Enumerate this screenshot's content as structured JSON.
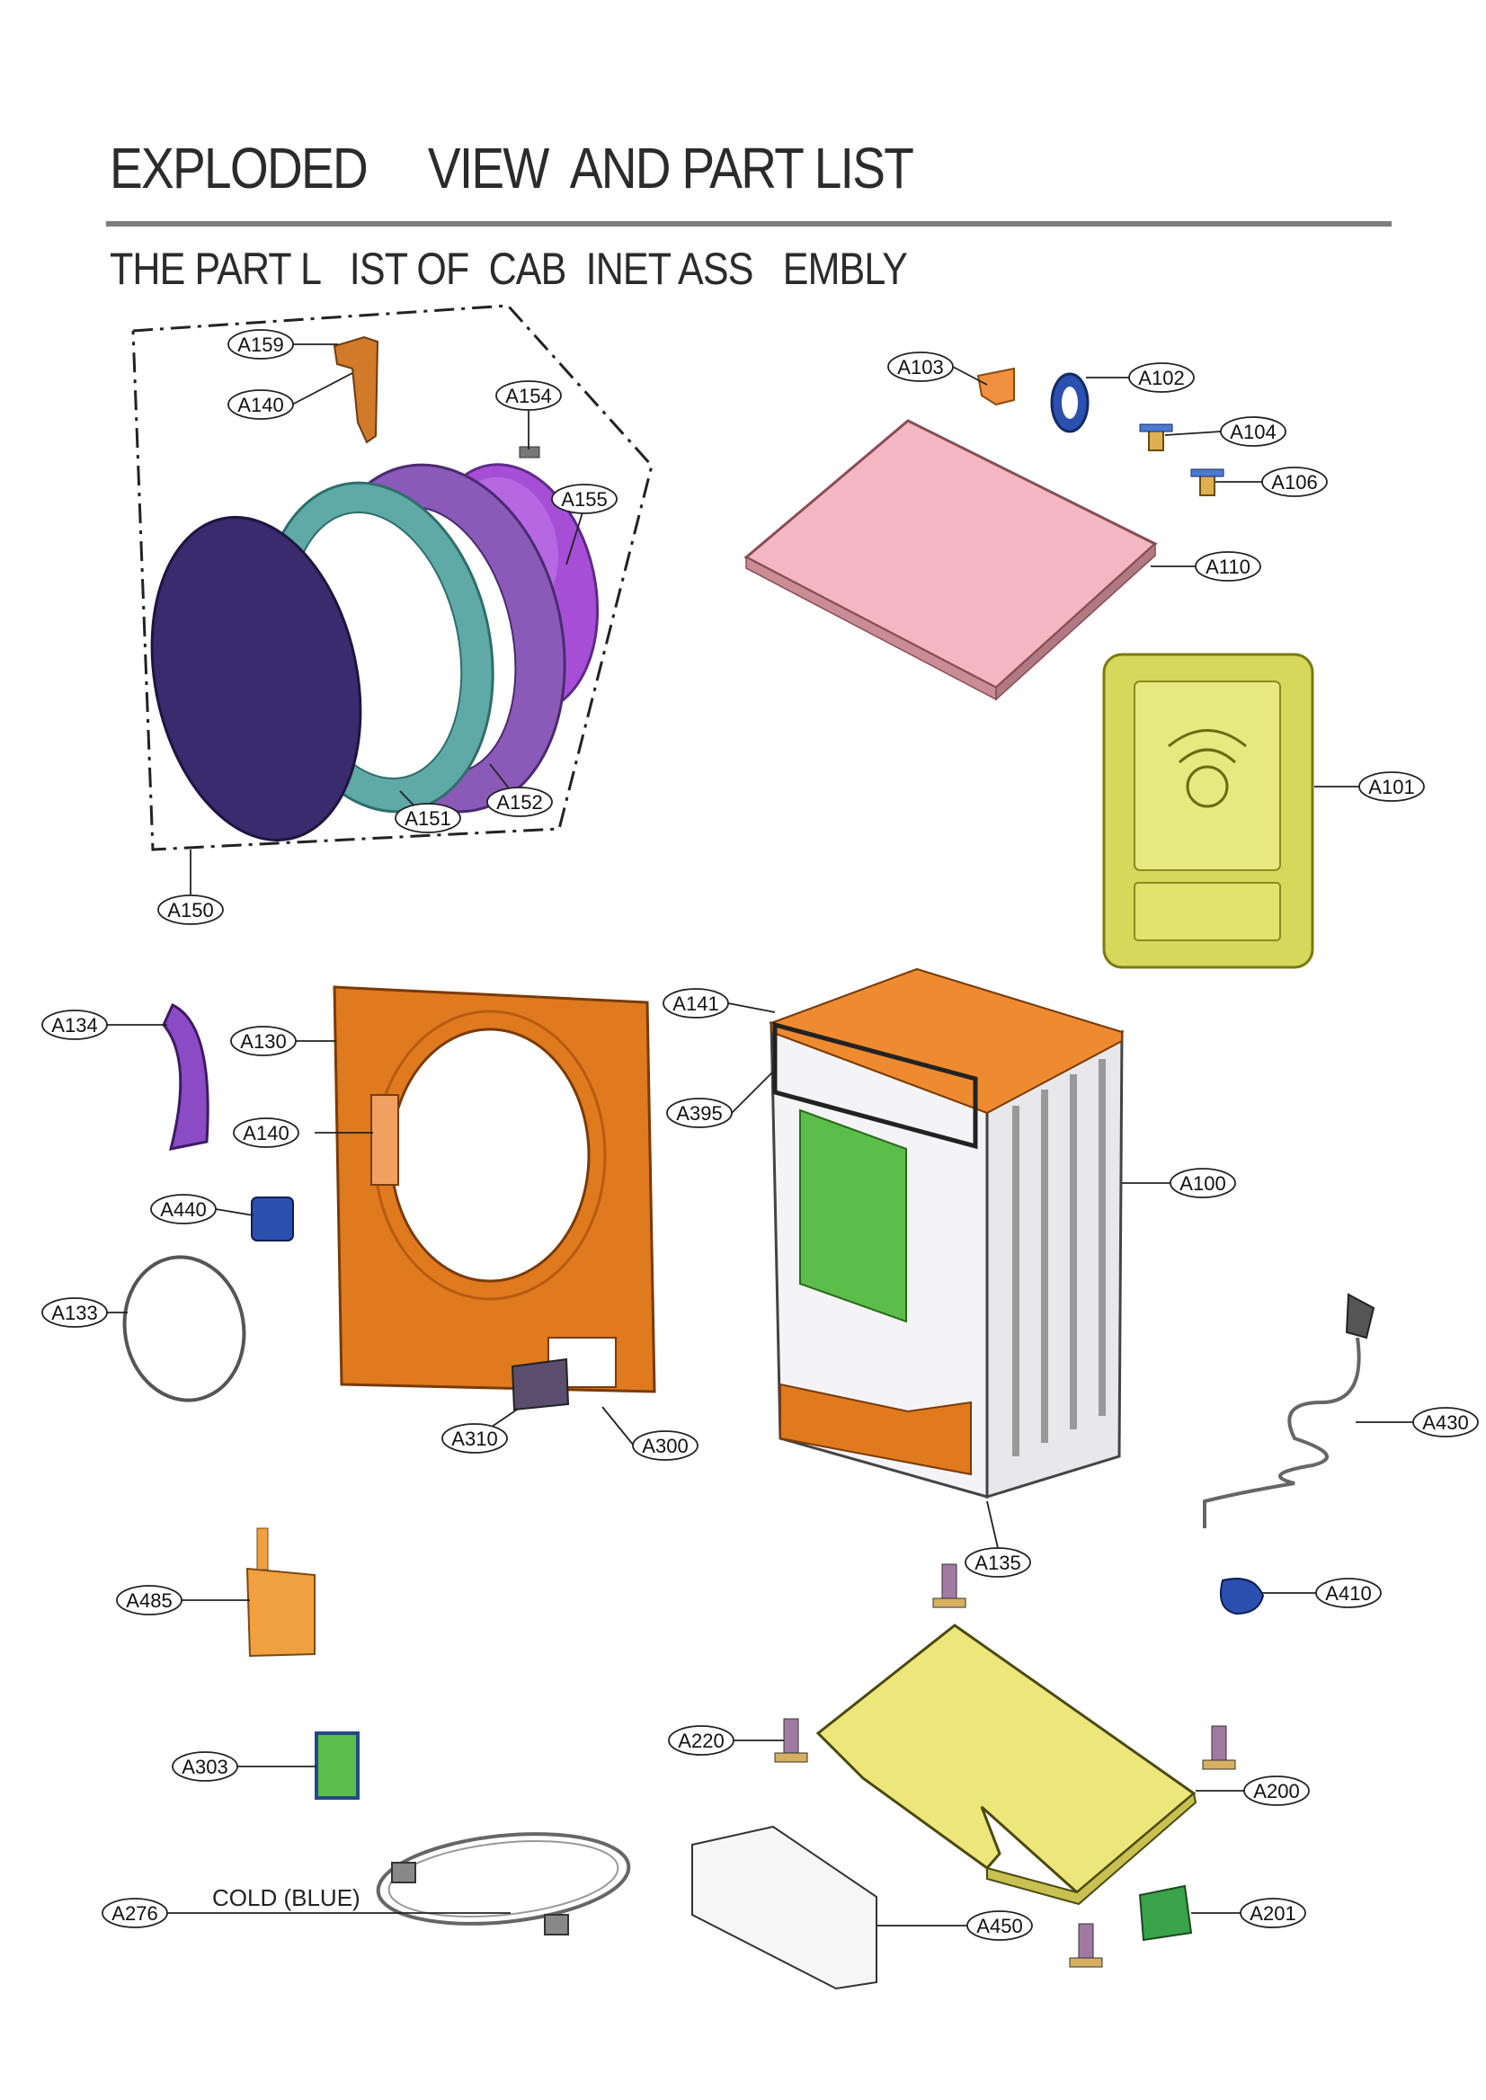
{
  "page": {
    "title": "EXPLODED     VIEW  AND PART LIST",
    "subtitle": "THE PART L   IST OF  CAB  INET ASS   EMBLY"
  },
  "callouts": {
    "a159": "A159",
    "a140_top": "A140",
    "a154": "A154",
    "a155": "A155",
    "a151": "A151",
    "a152": "A152",
    "a150": "A150",
    "a103": "A103",
    "a102": "A102",
    "a104": "A104",
    "a106": "A106",
    "a110": "A110",
    "a101": "A101",
    "a134": "A134",
    "a130": "A130",
    "a140_mid": "A140",
    "a440": "A440",
    "a133": "A133",
    "a310": "A310",
    "a300": "A300",
    "a141": "A141",
    "a395": "A395",
    "a100": "A100",
    "a135": "A135",
    "a430": "A430",
    "a410": "A410",
    "a485": "A485",
    "a303": "A303",
    "a276": "A276",
    "a220": "A220",
    "a200": "A200",
    "a201": "A201",
    "a450": "A450"
  },
  "hose_caption": "COLD (BLUE)",
  "colors": {
    "door_glass": "#3a2a6e",
    "door_ring": "#5fa9a6",
    "door_frame": "#8a5ab8",
    "door_inner": "#a64fd6",
    "top_plate": "#f2b7c0",
    "back_panel": "#d5d85a",
    "front_panel": "#e07a1e",
    "cabinet_side": "#e8e8ea",
    "cabinet_board": "#5bbd4a",
    "base": "#ede67a",
    "detergent_handle": "#8a4bc4",
    "blue_parts": "#2c50b0"
  }
}
